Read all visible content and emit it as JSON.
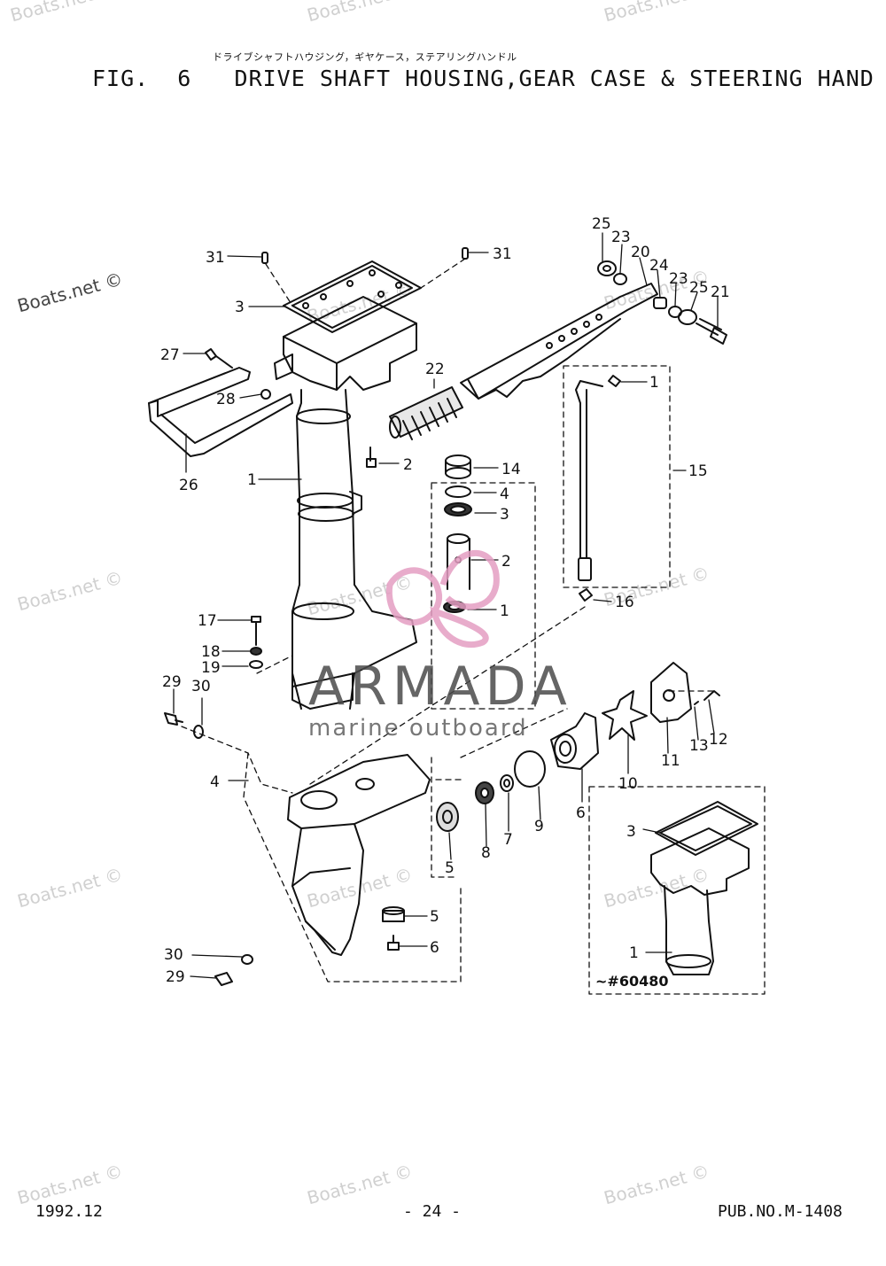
{
  "header": {
    "japanese_title": "ドライブシャフトハウジング，ギヤケース，ステアリングハンドル",
    "figure_title": "FIG.  6   DRIVE SHAFT HOUSING,GEAR CASE & STEERING HAND"
  },
  "footer": {
    "date": "1992.12",
    "page": "- 24 -",
    "publication": "PUB.NO.M-1408"
  },
  "watermarks": {
    "text": "Boats.net ©",
    "brand_name": "ARMADA",
    "brand_tagline": "marine outboard"
  },
  "inset": {
    "serial_note": "~#60480"
  },
  "callouts": [
    {
      "id": "c31a",
      "text": "31"
    },
    {
      "id": "c31b",
      "text": "31"
    },
    {
      "id": "c3a",
      "text": "3"
    },
    {
      "id": "c27",
      "text": "27"
    },
    {
      "id": "c28",
      "text": "28"
    },
    {
      "id": "c26",
      "text": "26"
    },
    {
      "id": "c1a",
      "text": "1"
    },
    {
      "id": "c2a",
      "text": "2"
    },
    {
      "id": "c22",
      "text": "22"
    },
    {
      "id": "c25a",
      "text": "25"
    },
    {
      "id": "c23a",
      "text": "23"
    },
    {
      "id": "c20",
      "text": "20"
    },
    {
      "id": "c24",
      "text": "24"
    },
    {
      "id": "c23b",
      "text": "23"
    },
    {
      "id": "c25b",
      "text": "25"
    },
    {
      "id": "c21",
      "text": "21"
    },
    {
      "id": "c1b",
      "text": "1"
    },
    {
      "id": "c15",
      "text": "15"
    },
    {
      "id": "c16",
      "text": "16"
    },
    {
      "id": "c14",
      "text": "14"
    },
    {
      "id": "c4a",
      "text": "4"
    },
    {
      "id": "c3b",
      "text": "3"
    },
    {
      "id": "c2b",
      "text": "2"
    },
    {
      "id": "c1c",
      "text": "1"
    },
    {
      "id": "c17",
      "text": "17"
    },
    {
      "id": "c18",
      "text": "18"
    },
    {
      "id": "c19",
      "text": "19"
    },
    {
      "id": "c29a",
      "text": "29"
    },
    {
      "id": "c30a",
      "text": "30"
    },
    {
      "id": "c4b",
      "text": "4"
    },
    {
      "id": "c12",
      "text": "12"
    },
    {
      "id": "c13",
      "text": "13"
    },
    {
      "id": "c11",
      "text": "11"
    },
    {
      "id": "c10",
      "text": "10"
    },
    {
      "id": "c6a",
      "text": "6"
    },
    {
      "id": "c9",
      "text": "9"
    },
    {
      "id": "c7",
      "text": "7"
    },
    {
      "id": "c8",
      "text": "8"
    },
    {
      "id": "c5a",
      "text": "5"
    },
    {
      "id": "c5b",
      "text": "5"
    },
    {
      "id": "c6b",
      "text": "6"
    },
    {
      "id": "c30b",
      "text": "30"
    },
    {
      "id": "c29b",
      "text": "29"
    },
    {
      "id": "c3c",
      "text": "3"
    },
    {
      "id": "c1d",
      "text": "1"
    }
  ]
}
